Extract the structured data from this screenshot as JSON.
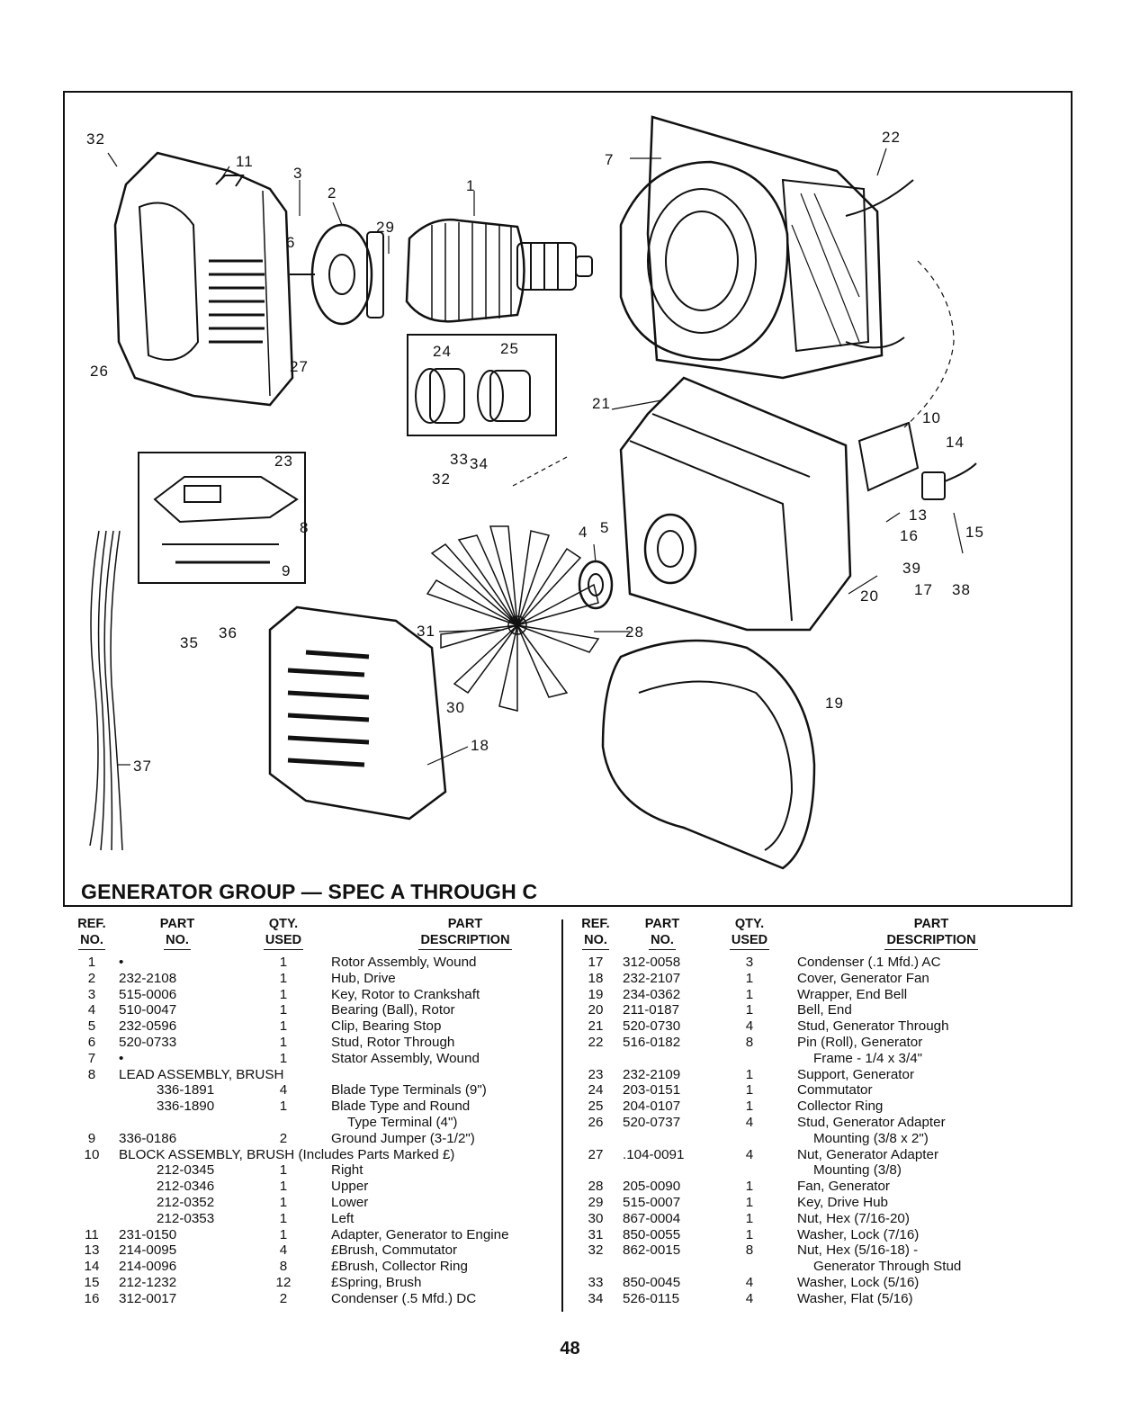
{
  "page": {
    "title": "GENERATOR GROUP — SPEC A THROUGH C",
    "page_number": "48"
  },
  "diagram": {
    "callouts": [
      "32",
      "11",
      "3",
      "2",
      "6",
      "29",
      "1",
      "7",
      "22",
      "26",
      "27",
      "24",
      "25",
      "21",
      "10",
      "14",
      "23",
      "33",
      "34",
      "32",
      "8",
      "9",
      "4",
      "5",
      "13",
      "16",
      "15",
      "39",
      "38",
      "17",
      "20",
      "35",
      "36",
      "31",
      "28",
      "30",
      "18",
      "19",
      "37"
    ]
  },
  "table": {
    "headers": {
      "ref1": "REF.",
      "ref2": "NO.",
      "part1": "PART",
      "part2": "NO.",
      "qty1": "QTY.",
      "qty2": "USED",
      "desc1": "PART",
      "desc2": "DESCRIPTION"
    },
    "left": [
      {
        "ref": "1",
        "part": "•",
        "qty": "1",
        "desc": "Rotor Assembly, Wound"
      },
      {
        "ref": "2",
        "part": "232-2108",
        "qty": "1",
        "desc": "Hub, Drive"
      },
      {
        "ref": "3",
        "part": "515-0006",
        "qty": "1",
        "desc": "Key, Rotor to Crankshaft"
      },
      {
        "ref": "4",
        "part": "510-0047",
        "qty": "1",
        "desc": "Bearing (Ball), Rotor"
      },
      {
        "ref": "5",
        "part": "232-0596",
        "qty": "1",
        "desc": "Clip, Bearing Stop"
      },
      {
        "ref": "6",
        "part": "520-0733",
        "qty": "1",
        "desc": "Stud, Rotor Through"
      },
      {
        "ref": "7",
        "part": "•",
        "qty": "1",
        "desc": "Stator Assembly, Wound"
      },
      {
        "ref": "8",
        "span": "LEAD ASSEMBLY, BRUSH"
      },
      {
        "ref": "",
        "part": "336-1891",
        "qty": "4",
        "desc": "Blade Type Terminals (9\")",
        "sub": true
      },
      {
        "ref": "",
        "part": "336-1890",
        "qty": "1",
        "desc": "Blade Type and Round",
        "sub": true
      },
      {
        "ref": "",
        "part": "",
        "qty": "",
        "desc": "Type Terminal (4\")",
        "indent": true
      },
      {
        "ref": "9",
        "part": "336-0186",
        "qty": "2",
        "desc": "Ground Jumper (3-1/2\")"
      },
      {
        "ref": "10",
        "span": "BLOCK ASSEMBLY, BRUSH (Includes Parts Marked £)"
      },
      {
        "ref": "",
        "part": "212-0345",
        "qty": "1",
        "desc": "Right",
        "sub": true
      },
      {
        "ref": "",
        "part": "212-0346",
        "qty": "1",
        "desc": "Upper",
        "sub": true
      },
      {
        "ref": "",
        "part": "212-0352",
        "qty": "1",
        "desc": "Lower",
        "sub": true
      },
      {
        "ref": "",
        "part": "212-0353",
        "qty": "1",
        "desc": "Left",
        "sub": true
      },
      {
        "ref": "11",
        "part": "231-0150",
        "qty": "1",
        "desc": "Adapter, Generator to Engine"
      },
      {
        "ref": "13",
        "part": "214-0095",
        "qty": "4",
        "desc": "£Brush, Commutator"
      },
      {
        "ref": "14",
        "part": "214-0096",
        "qty": "8",
        "desc": "£Brush, Collector Ring"
      },
      {
        "ref": "15",
        "part": "212-1232",
        "qty": "12",
        "desc": "£Spring, Brush"
      },
      {
        "ref": "16",
        "part": "312-0017",
        "qty": "2",
        "desc": "Condenser (.5 Mfd.) DC"
      }
    ],
    "right": [
      {
        "ref": "17",
        "part": "312-0058",
        "qty": "3",
        "desc": "Condenser (.1 Mfd.) AC"
      },
      {
        "ref": "18",
        "part": "232-2107",
        "qty": "1",
        "desc": "Cover, Generator Fan"
      },
      {
        "ref": "19",
        "part": "234-0362",
        "qty": "1",
        "desc": "Wrapper, End Bell"
      },
      {
        "ref": "20",
        "part": "211-0187",
        "qty": "1",
        "desc": "Bell, End"
      },
      {
        "ref": "21",
        "part": "520-0730",
        "qty": "4",
        "desc": "Stud, Generator Through"
      },
      {
        "ref": "22",
        "part": "516-0182",
        "qty": "8",
        "desc": "Pin (Roll), Generator"
      },
      {
        "ref": "",
        "part": "",
        "qty": "",
        "desc": "Frame - 1/4 x 3/4\"",
        "indent": true
      },
      {
        "ref": "23",
        "part": "232-2109",
        "qty": "1",
        "desc": "Support, Generator"
      },
      {
        "ref": "24",
        "part": "203-0151",
        "qty": "1",
        "desc": "Commutator"
      },
      {
        "ref": "25",
        "part": "204-0107",
        "qty": "1",
        "desc": "Collector Ring"
      },
      {
        "ref": "26",
        "part": "520-0737",
        "qty": "4",
        "desc": "Stud, Generator Adapter"
      },
      {
        "ref": "",
        "part": "",
        "qty": "",
        "desc": "Mounting (3/8 x 2\")",
        "indent": true
      },
      {
        "ref": "27",
        "part": ".104-0091",
        "qty": "4",
        "desc": "Nut, Generator Adapter"
      },
      {
        "ref": "",
        "part": "",
        "qty": "",
        "desc": "Mounting (3/8)",
        "indent": true
      },
      {
        "ref": "28",
        "part": "205-0090",
        "qty": "1",
        "desc": "Fan, Generator"
      },
      {
        "ref": "29",
        "part": "515-0007",
        "qty": "1",
        "desc": "Key, Drive Hub"
      },
      {
        "ref": "30",
        "part": "867-0004",
        "qty": "1",
        "desc": "Nut, Hex (7/16-20)"
      },
      {
        "ref": "31",
        "part": "850-0055",
        "qty": "1",
        "desc": "Washer, Lock (7/16)"
      },
      {
        "ref": "32",
        "part": "862-0015",
        "qty": "8",
        "desc": "Nut, Hex (5/16-18) -"
      },
      {
        "ref": "",
        "part": "",
        "qty": "",
        "desc": "Generator Through Stud",
        "indent": true
      },
      {
        "ref": "33",
        "part": "850-0045",
        "qty": "4",
        "desc": "Washer, Lock (5/16)"
      },
      {
        "ref": "34",
        "part": "526-0115",
        "qty": "4",
        "desc": "Washer, Flat (5/16)"
      }
    ]
  }
}
